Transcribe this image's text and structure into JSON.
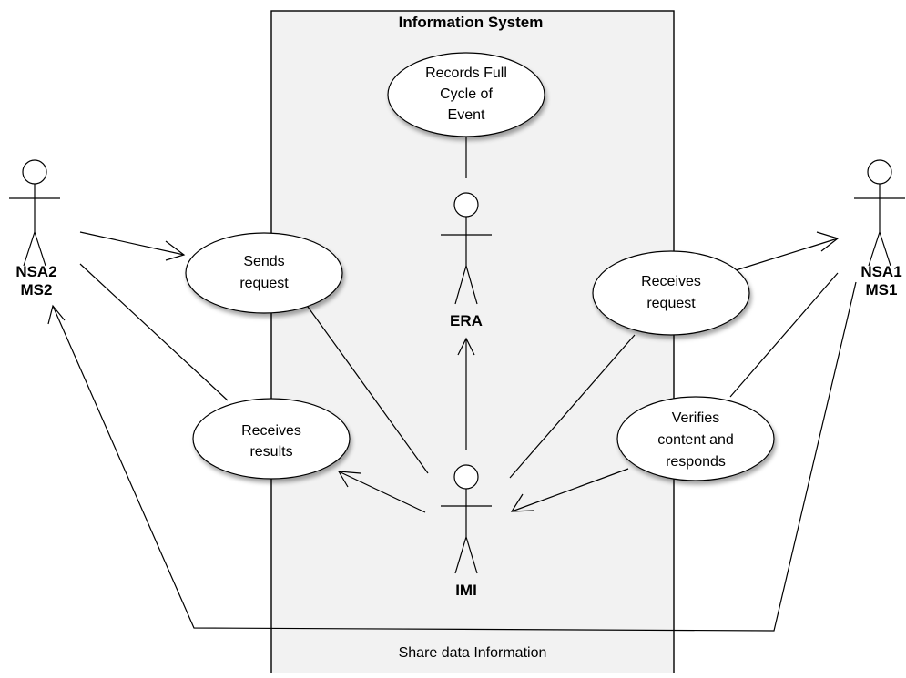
{
  "system": {
    "title": "Information System",
    "footer": "Share data Information"
  },
  "use_cases": {
    "records": [
      "Records Full",
      "Cycle of",
      "Event"
    ],
    "sends": [
      "Sends",
      "request"
    ],
    "receives_results": [
      "Receives",
      "results"
    ],
    "receives_request": [
      "Receives",
      "request"
    ],
    "verifies": [
      "Verifies",
      "content and",
      "responds"
    ]
  },
  "actors": {
    "left": [
      "NSA2",
      "MS2"
    ],
    "right": [
      "NSA1",
      "MS1"
    ],
    "era": "ERA",
    "imi": "IMI"
  }
}
